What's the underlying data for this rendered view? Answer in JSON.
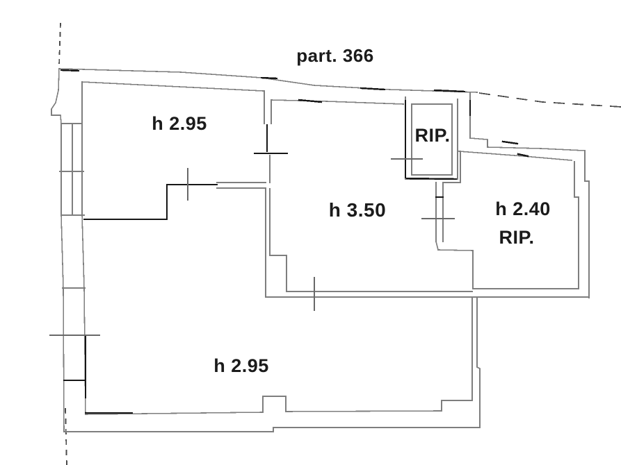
{
  "parcel": {
    "label": "part. 366"
  },
  "rooms": [
    {
      "id": "room-top-left",
      "label": "h 2.95"
    },
    {
      "id": "storage-top",
      "label": "RIP."
    },
    {
      "id": "room-center",
      "label": "h 3.50"
    },
    {
      "id": "storage-right",
      "height_label": "h 2.40",
      "name_label": "RIP."
    },
    {
      "id": "room-bottom",
      "label": "h 2.95"
    }
  ],
  "colors": {
    "background": "#ffffff",
    "wall": "#7e7e7e",
    "wall_dark": "#161616",
    "door_mark": "#686868",
    "boundary_dash": "#4a4a4a",
    "text": "#1b1b1b"
  }
}
